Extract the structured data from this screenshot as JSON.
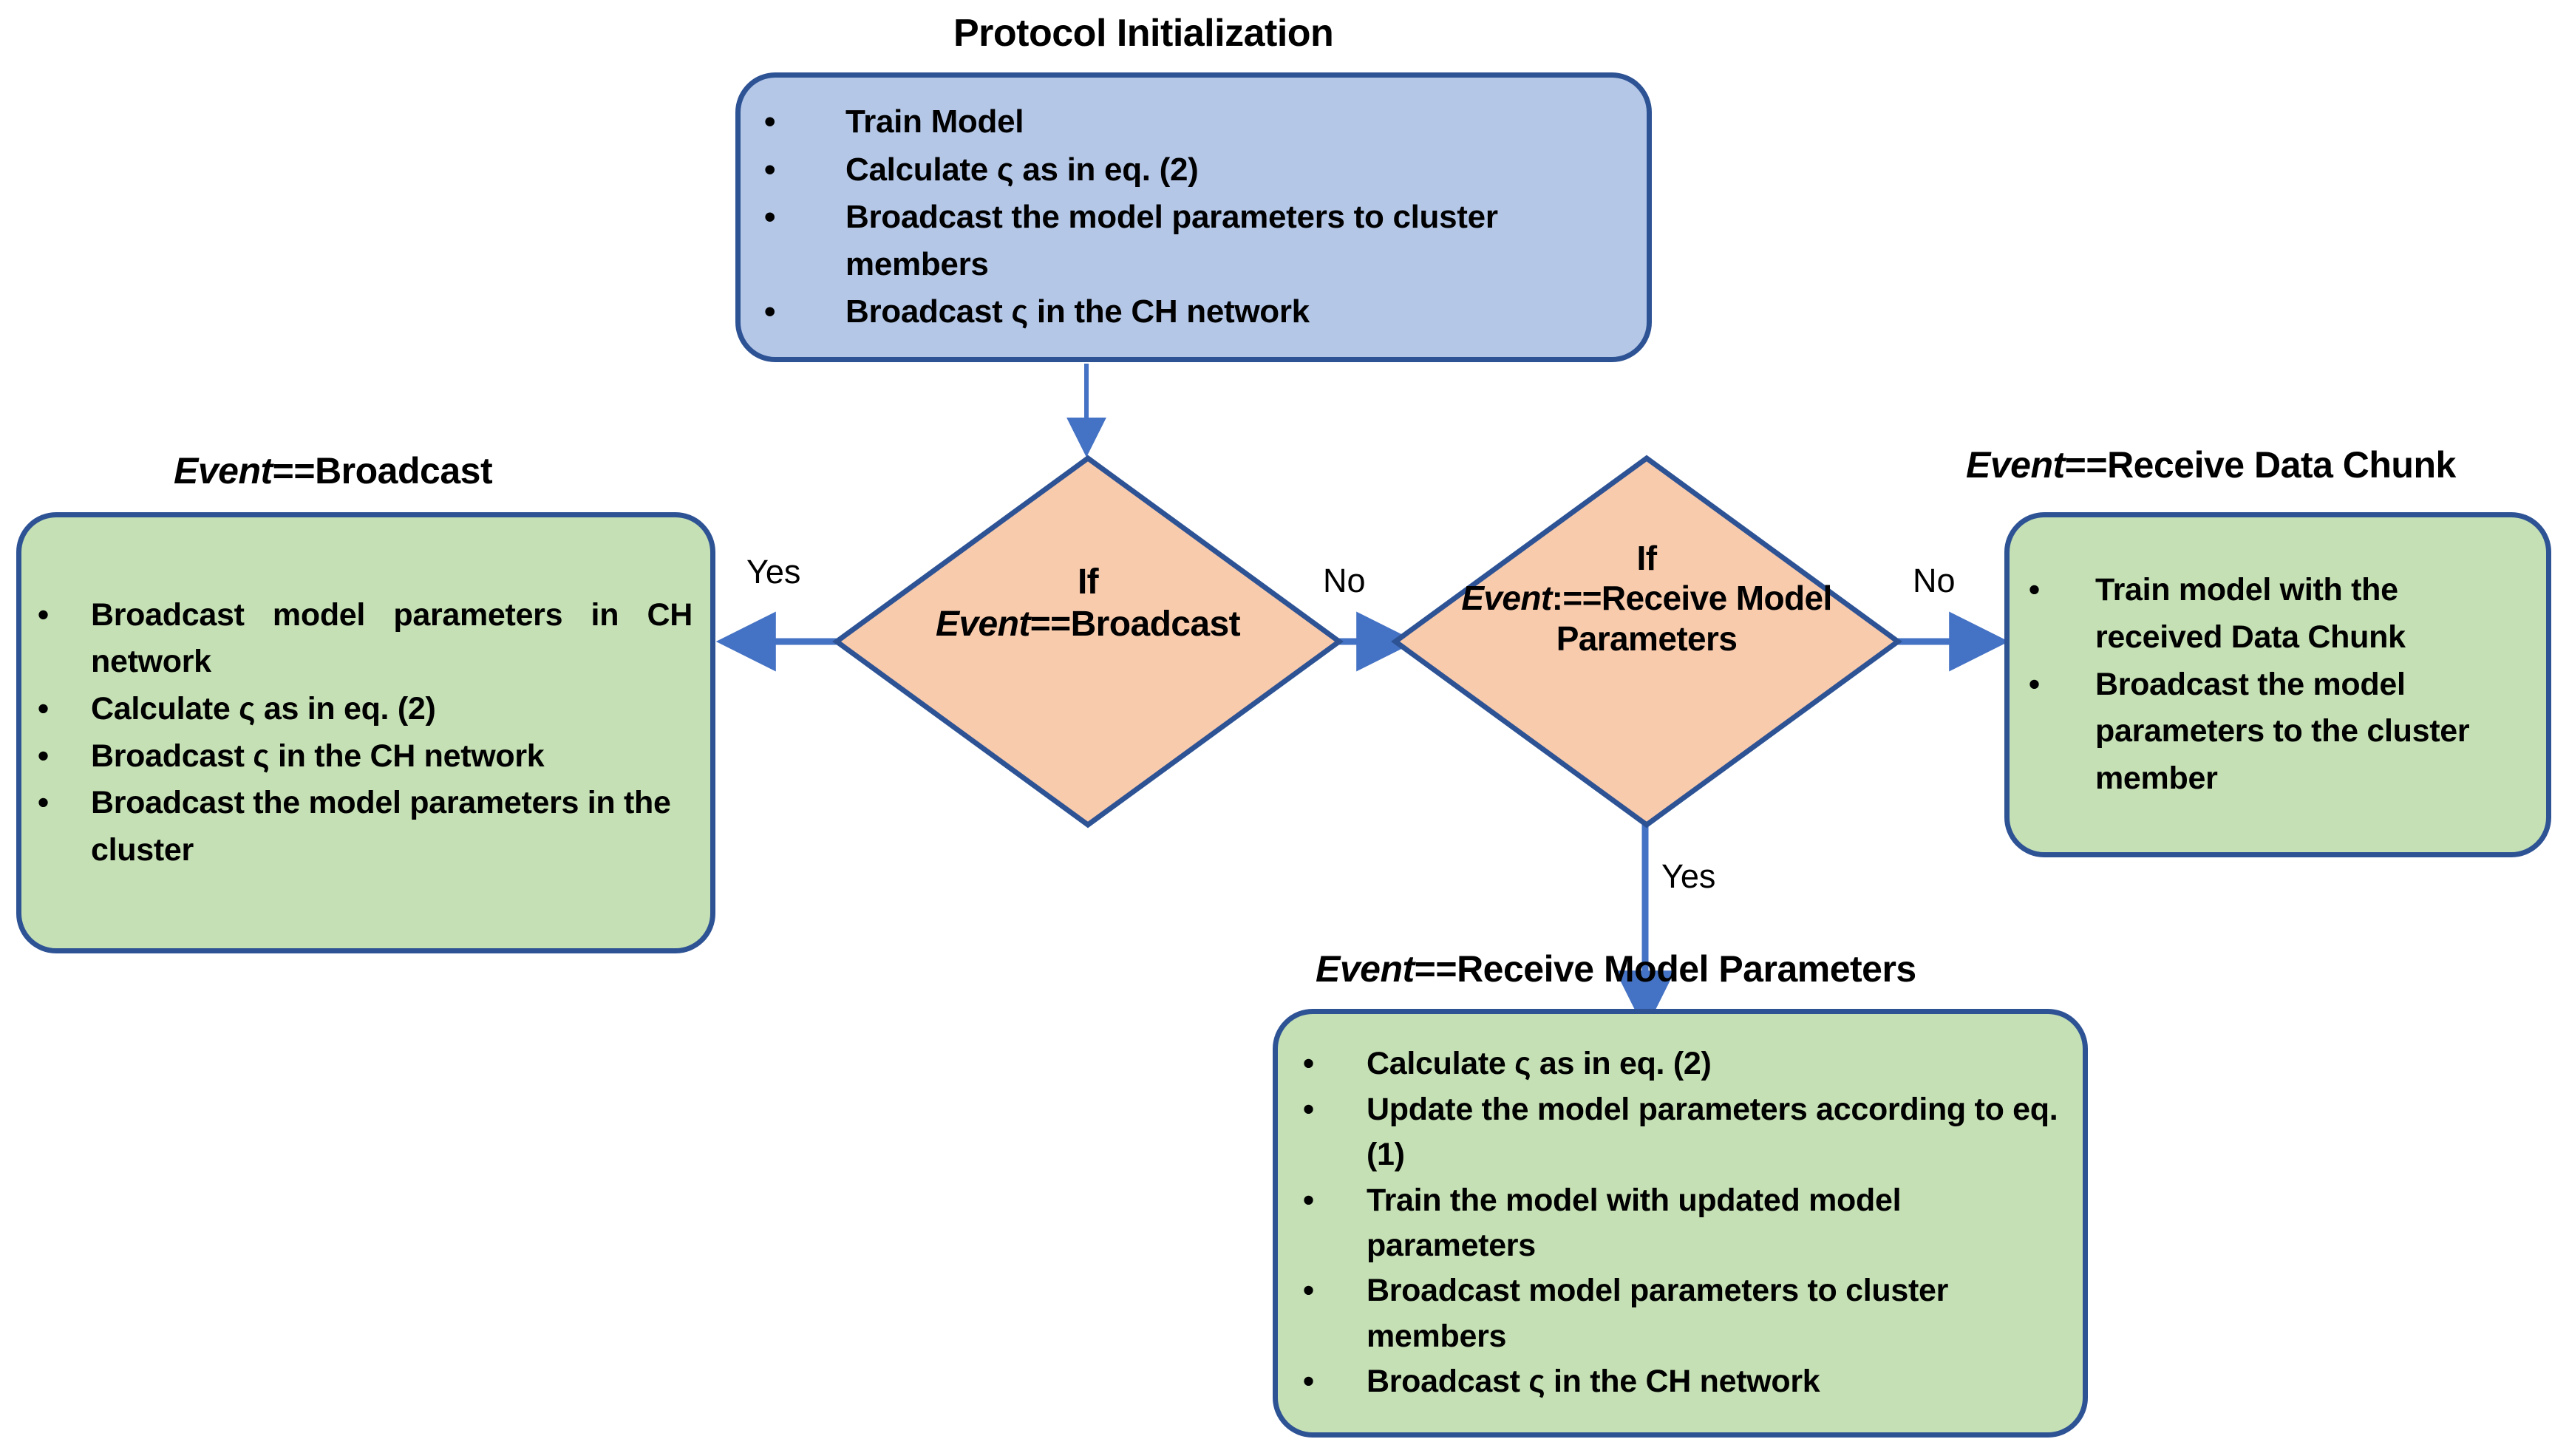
{
  "palette": {
    "blue_fill": "#B4C7E7",
    "green_fill": "#C5E0B4",
    "peach_fill": "#F8CBAD",
    "border": "#2E5395",
    "arrow": "#4472C4",
    "text": "#000000",
    "background": "#FFFFFF"
  },
  "captions": {
    "protocol_init": "Protocol Initialization",
    "event_broadcast_prefix": "Event",
    "event_broadcast_rest": "==Broadcast",
    "event_receive_chunk_prefix": "Event",
    "event_receive_chunk_rest": "==Receive Data Chunk",
    "event_receive_params_prefix": "Event",
    "event_receive_params_rest": "==Receive Model Parameters"
  },
  "init_box": {
    "bullets": [
      "Train Model",
      "Calculate ς as in eq. (2)",
      "Broadcast the model parameters to cluster",
      " members",
      "Broadcast ς in the CH network"
    ]
  },
  "broadcast_box": {
    "bullets": [
      "Broadcast  model  parameters  in CH network",
      "Calculate ς as in eq. (2)",
      "Broadcast ς in the CH network",
      "Broadcast the model parameters in the cluster"
    ]
  },
  "data_chunk_box": {
    "bullets": [
      "Train model with the received Data Chunk",
      "Broadcast the model parameters to the cluster member"
    ]
  },
  "model_params_box": {
    "bullets": [
      "Calculate ς as in eq. (2)",
      "Update the model parameters according to eq. (1)",
      "Train the model with updated model parameters",
      "Broadcast model parameters to cluster members",
      "Broadcast ς in the CH network"
    ]
  },
  "decision1": {
    "line1": "If",
    "line2_prefix": "Event",
    "line2_rest": "==Broadcast"
  },
  "decision2": {
    "line1": "If",
    "line2_prefix": "Event",
    "line2_rest": ":==Receive Model",
    "line3": "Parameters"
  },
  "edge_labels": {
    "yes_left": "Yes",
    "no_middle": "No",
    "no_right": "No",
    "yes_down": "Yes"
  }
}
